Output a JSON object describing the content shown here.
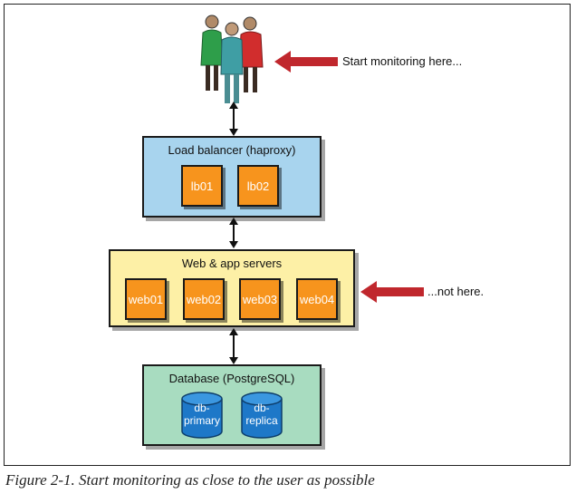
{
  "notes": {
    "start_here": "Start monitoring here...",
    "not_here": "...not here."
  },
  "load_balancer": {
    "title": "Load balancer (haproxy)",
    "servers": [
      "lb01",
      "lb02"
    ]
  },
  "web_tier": {
    "title": "Web & app servers",
    "servers": [
      "web01",
      "web02",
      "web03",
      "web04"
    ]
  },
  "database": {
    "title": "Database (PostgreSQL)",
    "nodes": [
      {
        "line1": "db-",
        "line2": "primary"
      },
      {
        "line1": "db-",
        "line2": "replica"
      }
    ]
  },
  "caption": "Figure 2-1. Start monitoring as close to the user as possible",
  "colors": {
    "lb_fill": "#a8d4ee",
    "web_fill": "#fdf0a6",
    "db_fill": "#a8dcc0",
    "server_fill": "#f7941d",
    "db_cylinder": "#1e78c8",
    "arrow_red": "#c0272d"
  },
  "icons": {
    "users": "users-icon",
    "pointer": "red-arrow-icon",
    "connector": "double-arrow-icon",
    "database": "database-cylinder-icon"
  }
}
